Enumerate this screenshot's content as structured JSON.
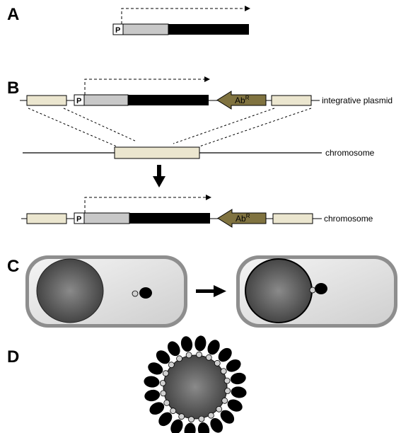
{
  "panels": {
    "a": {
      "letter": "A"
    },
    "b": {
      "letter": "B"
    },
    "c": {
      "letter": "C"
    },
    "d": {
      "letter": "D"
    }
  },
  "construct": {
    "promoter_label": "P",
    "resistance_label": "Ab",
    "resistance_superscript": "R"
  },
  "labels": {
    "integrative_plasmid": "integrative plasmid",
    "chromosome_before": "chromosome",
    "chromosome_after": "chromosome"
  },
  "colors": {
    "homology_box": "#ebe6cf",
    "promoter_fill": "#ffffff",
    "gray_segment": "#c8c8c8",
    "gene_black": "#000000",
    "resistance_arrow": "#807340",
    "cell_outer": "#8a8a8a",
    "cell_inner": "#e6e6e6",
    "nucleoid_center": "#777777",
    "nucleoid_edge": "#4a4a4a",
    "small_bead": "#d0d0d0",
    "dark_blob": "#000000"
  }
}
